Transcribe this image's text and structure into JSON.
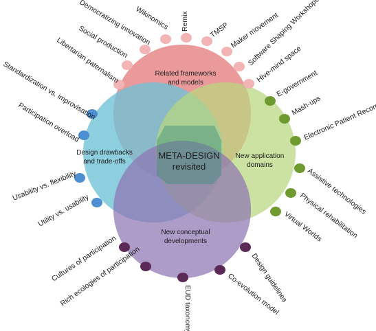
{
  "center": {
    "line1": "META-DESIGN",
    "line2": "revisited"
  },
  "circles": {
    "top": {
      "line1": "Related frameworks",
      "line2": "and models",
      "color": "#e8888a"
    },
    "left": {
      "line1": "Design drawbacks",
      "line2": "and trade-offs",
      "color": "#6ec1d6"
    },
    "right": {
      "line1": "New application",
      "line2": "domains",
      "color": "#b9d77e"
    },
    "bottom": {
      "line1": "New conceptual",
      "line2": "developments",
      "color": "#8e74b3"
    }
  },
  "colors": {
    "pink_dot": "#f2b4b4",
    "blue_dot": "#4d8fd1",
    "green_dot": "#6f9a2f",
    "purple_dot": "#5b2a57",
    "center_shape": "#3e8f7a"
  },
  "top_items": [
    "Democratizing innovation",
    "Wikinomics",
    "Remix",
    "TMSP",
    "Maker movement",
    "Social production",
    "Software Shaping Workshops",
    "Libertarian paternalism",
    "Hive-mind space"
  ],
  "left_items": [
    "Standardization vs. improvisation",
    "Participation overload",
    "Usability vs. flexibility",
    "Utility vs. usability"
  ],
  "right_items": [
    "E-government",
    "Mash-ups",
    "Electronic Patient Record",
    "Assistive technologies",
    "Physical rehabilitation",
    "Virtual Worlds"
  ],
  "bottom_items": [
    "Cultures of participation",
    "Design guidelines",
    "Rich ecologies of participation",
    "Co-evolution model",
    "EUD taxonomy"
  ]
}
